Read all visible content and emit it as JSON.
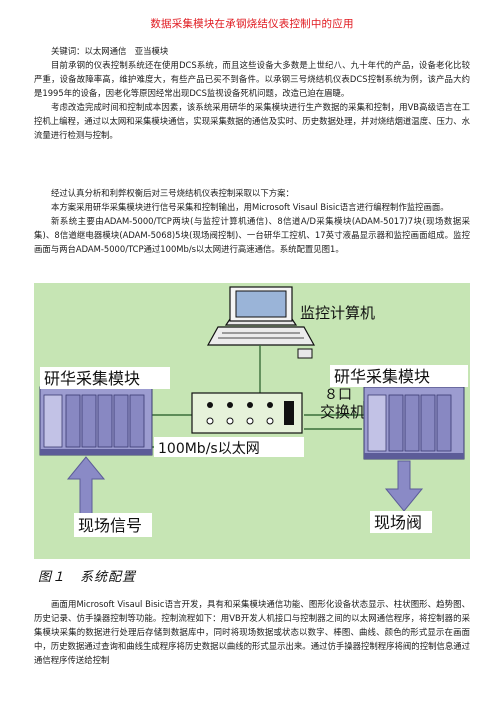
{
  "doc": {
    "title": "数据采集模块在承钢烧结仪表控制中的应用",
    "keywords": "关键词：以太网通信　亚当模块",
    "para1": "目前承钢的仪表控制系统还在使用DCS系统，而且这些设备大多数是上世纪八、九十年代的产品，设备老化比较严重，设备故障率高，维护难度大，有些产品已买不到备件。以承钢三号烧结机仪表DCS控制系统为例，该产品大约是1995年的设备，因老化等原因经常出现DCS监视设备死机问题，改造已迫在眉睫。",
    "para2": "考虑改造完成时间和控制成本因素，该系统采用研华的采集模块进行生产数据的采集和控制，用VB高级语言在工控机上编程，通过以太网和采集模块通信，实现采集数据的通信及实时、历史数据处理，并对烧结烟道温度、压力、水流量进行检测与控制。",
    "para3": "经过认真分析和利弊权衡后对三号烧结机仪表控制采取以下方案：",
    "para4": "本方案采用研华采集模块进行信号采集和控制输出，用Microsoft Visaul Bisic语言进行编程制作监控画面。",
    "para5": "新系统主要由ADAM-5000/TCP两块(与监控计算机通信)、8信道A/D采集模块(ADAM-5017)7块(现场数据采集)、8信道继电器模块(ADAM-5068)5块(现场阀控制)、一台研华工控机、17英寸液晶显示器和监控画面组成。监控画面与两台ADAM-5000/TCP通过100Mb/s以太网进行高速通信。系统配置见图1。",
    "para6": "画面用Microsoft Visaul Bisic语言开发，具有和采集模块通信功能、图形化设备状态显示、柱状图形、趋势图、历史记录、仿手操器控制等功能。控制流程如下：用VB开发人机接口与控制器之间的以太网通信程序，将控制器的采集模块采集的数据进行处理后存储到数据库中，同时将现场数据或状态以数字、棒图、曲线、颜色的形式显示在画面中，历史数据通过查询和曲线生成程序将历史数据以曲线的形式显示出来。通过仿手操器控制程序将阀的控制信息通过通信程序传送给控制"
  },
  "figure": {
    "label_monitor": "监控计算机",
    "label_module_left": "研华采集模块",
    "label_module_right": "研华采集模块",
    "label_switch_top": "８口",
    "label_switch_bottom": "交换机",
    "label_ethernet": "100Mb/s以太网",
    "label_field_signal": "现场信号",
    "label_field_valve": "现场阀",
    "caption_number": "图１",
    "caption_text": "系统配置",
    "colors": {
      "background": "#c6e5b4",
      "module": "#9c9cd0",
      "module_dark": "#5c5c98",
      "arrow": "#8a8ac6",
      "label_box": "#ffffff",
      "cable": "#3a6e3a",
      "title": "#e0191f"
    }
  }
}
